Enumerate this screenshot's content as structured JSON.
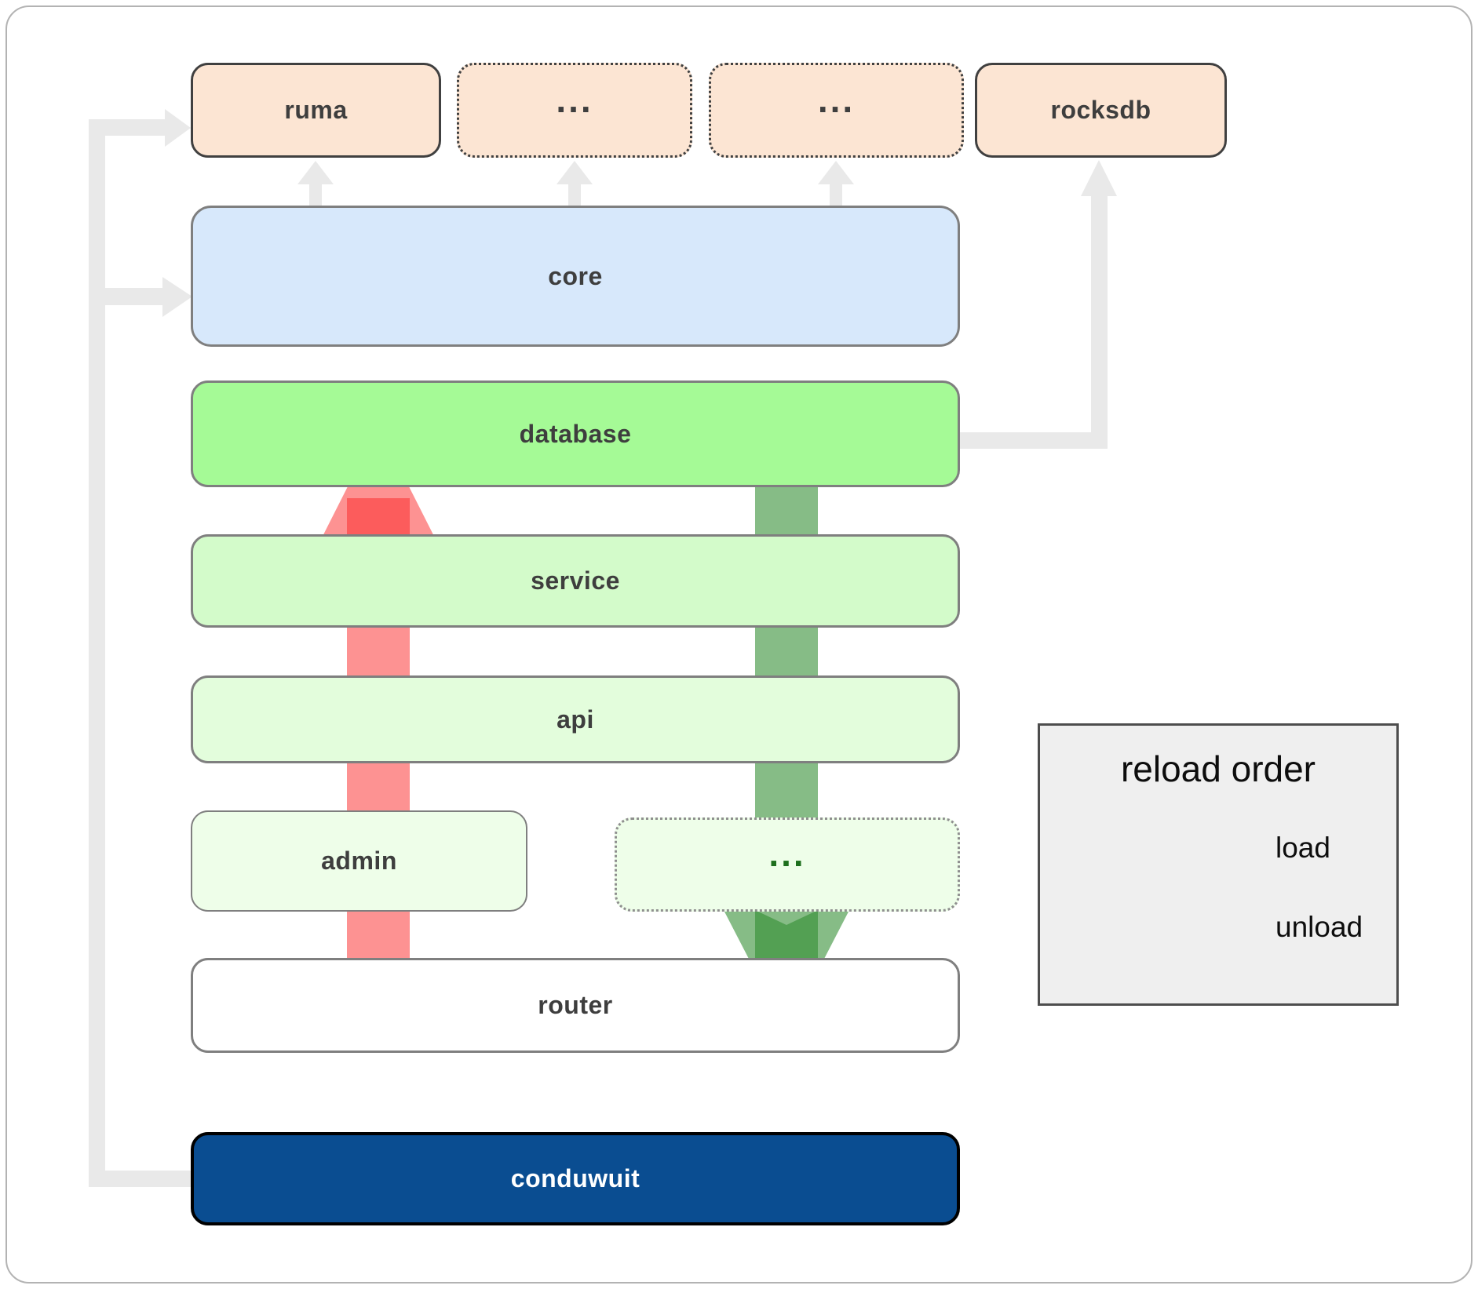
{
  "diagram": {
    "boxes": {
      "ruma": {
        "label": "ruma"
      },
      "ellipsis1": {
        "label": "..."
      },
      "ellipsis2": {
        "label": "..."
      },
      "rocksdb": {
        "label": "rocksdb"
      },
      "core": {
        "label": "core"
      },
      "database": {
        "label": "database"
      },
      "service": {
        "label": "service"
      },
      "api": {
        "label": "api"
      },
      "admin": {
        "label": "admin"
      },
      "ellipsis3": {
        "label": "..."
      },
      "router": {
        "label": "router"
      },
      "conduwuit": {
        "label": "conduwuit"
      }
    },
    "legend": {
      "title": "reload order",
      "load_label": "load",
      "unload_label": "unload"
    },
    "colors": {
      "peach": "#fce5d3",
      "blue": "#d7e8fb",
      "green1": "#a5fa96",
      "green2": "#d3fbca",
      "green3": "#e3fddc",
      "green4": "#eefee9",
      "navy": "#0a4d91",
      "connector": "#e9e9e9",
      "load": "#2e8b2e",
      "unload": "#fb2525",
      "legendBg": "#efefef"
    }
  }
}
